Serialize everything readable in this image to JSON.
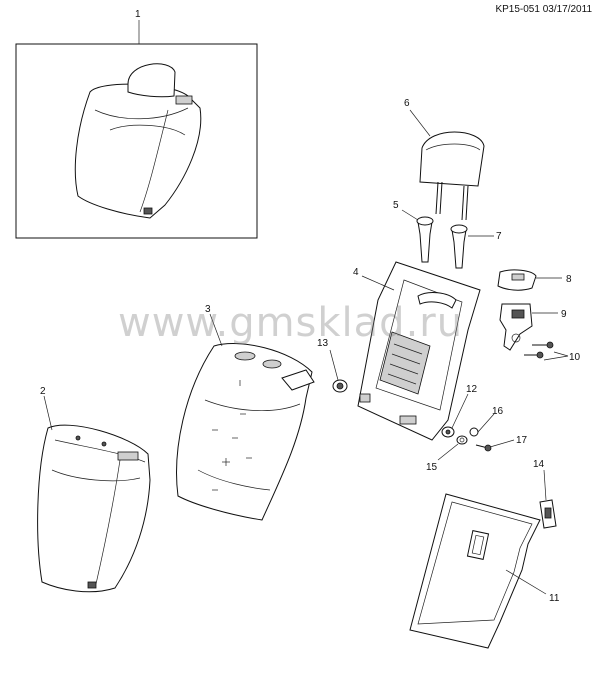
{
  "header": {
    "code": "KP15-051 03/17/2011"
  },
  "watermark": "www.gmsklad.ru",
  "callouts": [
    "1",
    "2",
    "3",
    "4",
    "5",
    "6",
    "7",
    "8",
    "9",
    "10",
    "11",
    "12",
    "13",
    "14",
    "15",
    "16",
    "17"
  ]
}
